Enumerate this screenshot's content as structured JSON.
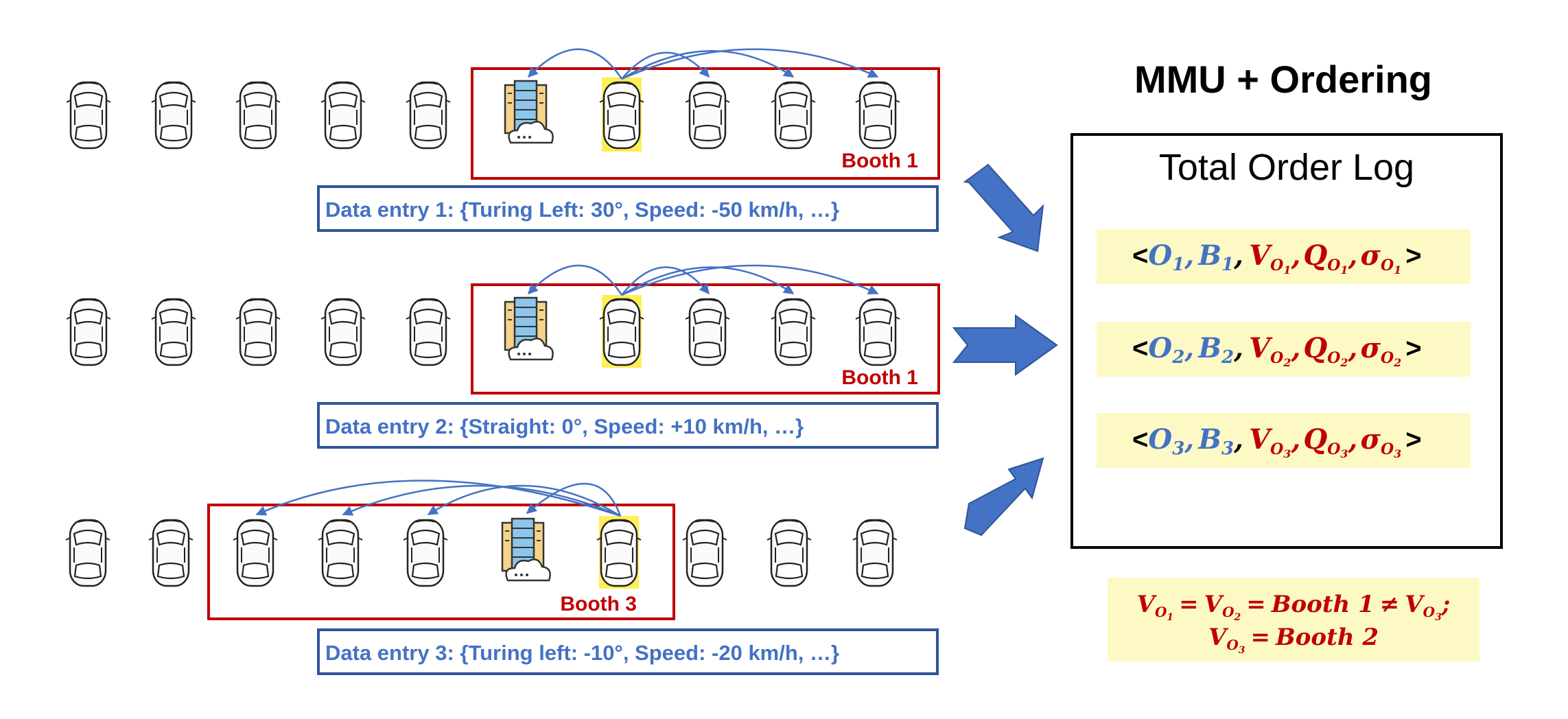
{
  "title": "MMU + Ordering",
  "log": {
    "title": "Total Order Log",
    "entries": [
      {
        "o": "O",
        "o_sub": "1",
        "b": "B",
        "b_sub": "1",
        "v": "V",
        "q": "Q",
        "sigma": "σ"
      },
      {
        "o": "O",
        "o_sub": "2",
        "b": "B",
        "b_sub": "2",
        "v": "V",
        "q": "Q",
        "sigma": "σ"
      },
      {
        "o": "O",
        "o_sub": "3",
        "b": "B",
        "b_sub": "3",
        "v": "V",
        "q": "Q",
        "sigma": "σ"
      }
    ],
    "open_bracket": "<",
    "close_bracket": ">"
  },
  "rows": [
    {
      "booth_label": "Booth 1",
      "entry_text": "Data entry 1: {Turing Left: 30°, Speed: -50 km/h, …}"
    },
    {
      "booth_label": "Booth 1",
      "entry_text": "Data entry 2: {Straight: 0°, Speed: +10 km/h, …}"
    },
    {
      "booth_label": "Booth 3",
      "entry_text": "Data entry 3: {Turing left: -10°, Speed: -20 km/h, …}"
    }
  ],
  "note": {
    "line1": {
      "v": "V",
      "o": "O",
      "s1": "1",
      "s2": "2",
      "s3": "3",
      "eq": "=",
      "neq": "≠",
      "booth": "Booth 1",
      "end": ";"
    },
    "line2": {
      "v": "V",
      "o": "O",
      "s3": "3",
      "eq": "=",
      "booth": "Booth 2"
    }
  },
  "colors": {
    "booth_border": "#c00000",
    "entry_border": "#2f5597",
    "entry_text": "#4472c4",
    "highlight": "#ffee58",
    "log_highlight": "#fdf9c4",
    "arrow": "#4472c4"
  },
  "icons": [
    "car-icon",
    "server-cloud-icon",
    "curved-arrow",
    "block-arrow"
  ]
}
